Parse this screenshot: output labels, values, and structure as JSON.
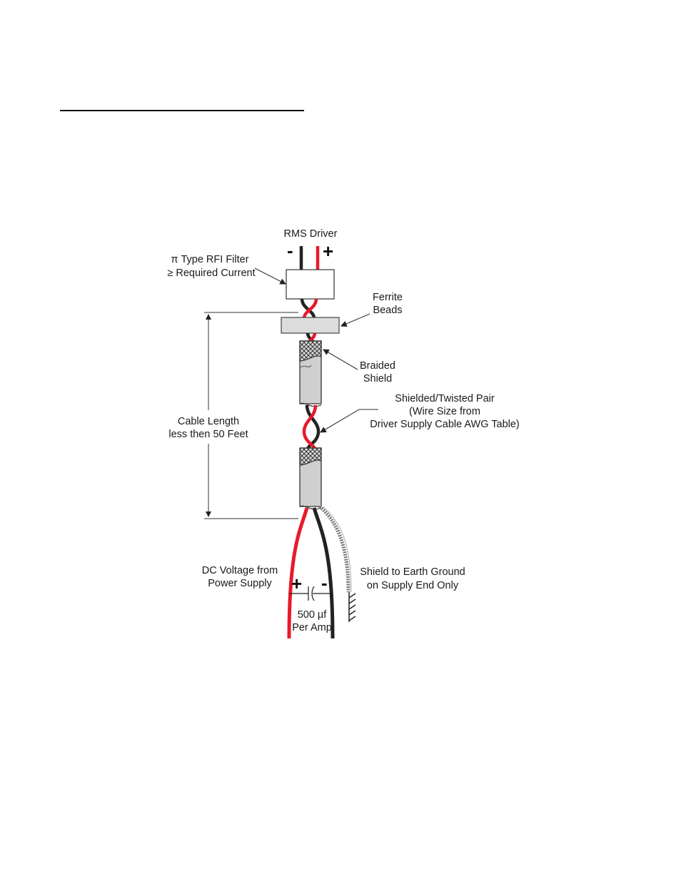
{
  "page": {
    "heading_rule": true
  },
  "diagram": {
    "top_label": "RMS Driver",
    "driver_minus": "-",
    "driver_plus": "+",
    "filter_label_line1": "π Type RFI Filter",
    "filter_label_line2": "≥ Required Current",
    "ferrite_line1": "Ferrite",
    "ferrite_line2": "Beads",
    "braid_line1": "Braided",
    "braid_line2": "Shield",
    "pair_line1": "Shielded/Twisted Pair",
    "pair_line2": "(Wire Size from",
    "pair_line3": "Driver Supply Cable AWG Table)",
    "length_line1": "Cable Length",
    "length_line2": "less then 50 Feet",
    "dc_line1": "DC Voltage from",
    "dc_line2": "Power Supply",
    "supply_plus": "+",
    "supply_minus": "-",
    "cap_line1": "500 µf",
    "cap_line2": "Per Amp",
    "ground_line1": "Shield to Earth Ground",
    "ground_line2": "on Supply End Only"
  },
  "colors": {
    "positive_wire": "#e8192c",
    "negative_wire": "#222222",
    "shield_fill": "#cfcfcf",
    "box_fill": "#dcdcdc"
  }
}
